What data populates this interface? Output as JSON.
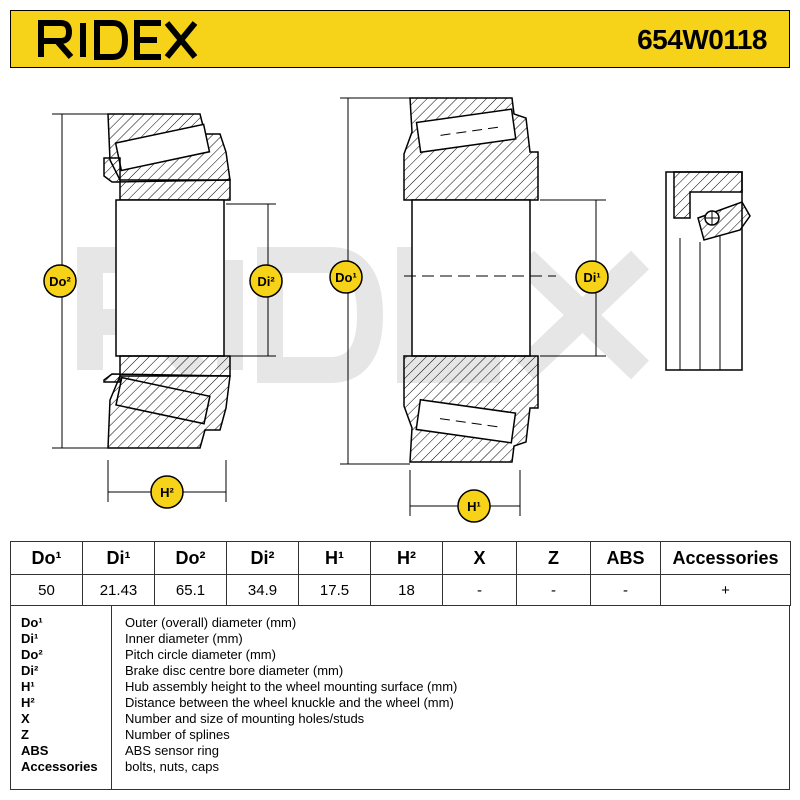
{
  "header": {
    "brand": "RIDEX",
    "part_number": "654W0118",
    "background_color": "#f6d218"
  },
  "diagram": {
    "watermark": "RIDEX",
    "badge_color": "#f6d218",
    "labels": {
      "do2": "Do²",
      "di2": "Di²",
      "h2": "H²",
      "do1": "Do¹",
      "di1": "Di¹",
      "h1": "H¹"
    }
  },
  "table": {
    "headers": [
      "Do¹",
      "Di¹",
      "Do²",
      "Di²",
      "H¹",
      "H²",
      "X",
      "Z",
      "ABS",
      "Accessories"
    ],
    "values": [
      "50",
      "21.43",
      "65.1",
      "34.9",
      "17.5",
      "18",
      "-",
      "-",
      "-",
      "+"
    ]
  },
  "legend": [
    {
      "key": "Do¹",
      "desc": "Outer (overall) diameter (mm)"
    },
    {
      "key": "Di¹",
      "desc": "Inner diameter (mm)"
    },
    {
      "key": "Do²",
      "desc": "Pitch circle diameter (mm)"
    },
    {
      "key": "Di²",
      "desc": "Brake disc centre bore diameter (mm)"
    },
    {
      "key": "H¹",
      "desc": "Hub assembly height to the wheel mounting surface (mm)"
    },
    {
      "key": "H²",
      "desc": "Distance between the wheel knuckle and the wheel (mm)"
    },
    {
      "key": "X",
      "desc": "Number and size of mounting holes/studs"
    },
    {
      "key": "Z",
      "desc": "Number of splines"
    },
    {
      "key": "ABS",
      "desc": "ABS sensor ring"
    },
    {
      "key": "Accessories",
      "desc": "bolts, nuts, caps"
    }
  ]
}
